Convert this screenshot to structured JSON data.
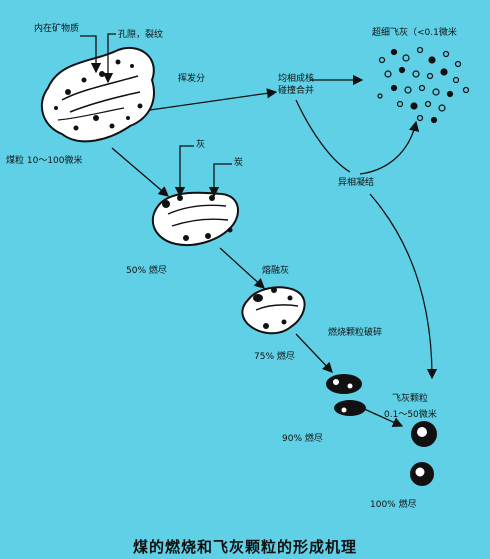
{
  "title": "煤的燃烧和飞灰颗粒的形成机理",
  "labels": {
    "mineral": "内在矿物质",
    "pores": "孔隙，裂纹",
    "evaporate": "挥发分",
    "homo": "均相成核",
    "collide": "碰撞合并",
    "ultrafine": "超细飞灰（<0.1微米",
    "coal": "煤粒  10～100微米",
    "ash": "灰",
    "carbon": "炭",
    "hetero": "异相凝结",
    "burn50": "50%  燃尽",
    "molten": "熔融灰",
    "fragment": "燃烧颗粒破碎",
    "burn75": "75%  燃尽",
    "flyash": "飞灰颗粒",
    "flyash_size": "0.1～50微米",
    "burn90": "90%  燃尽",
    "burn100": "100%  燃尽"
  },
  "colors": {
    "background": "#5fd0e6",
    "ink": "#111111"
  }
}
